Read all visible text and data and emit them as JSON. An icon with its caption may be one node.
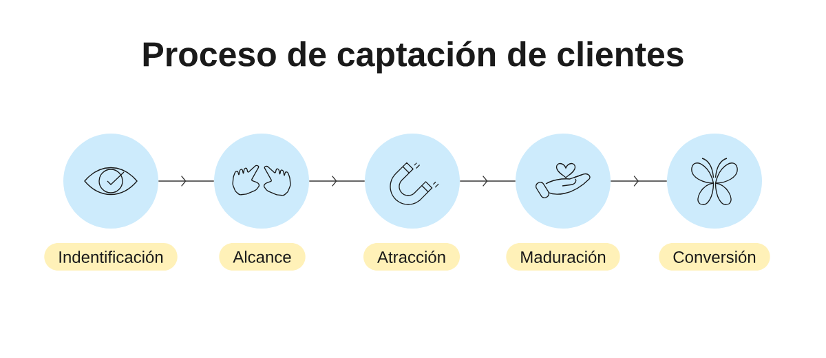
{
  "diagram": {
    "title": "Proceso de captación de clientes",
    "nodes": [
      {
        "text": [],
        "shape": "circle"
      },
      {
        "text": [],
        "shape": "circle"
      },
      {
        "text": [],
        "shape": "circle"
      },
      {
        "text": [],
        "shape": "circle"
      },
      {
        "text": [],
        "shape": "circle"
      },
      {
        "text": [
          "Indentificación"
        ]
      },
      {
        "text": [
          "Alcance"
        ]
      },
      {
        "text": [
          "Atracción"
        ]
      },
      {
        "text": [
          "Maduración"
        ]
      },
      {
        "text": [
          "Conversión"
        ]
      }
    ],
    "edges": [
      {
        "from": 0,
        "to": 1,
        "arrow": "to"
      },
      {
        "from": 1,
        "to": 2,
        "arrow": "to"
      },
      {
        "from": 2,
        "to": 3,
        "arrow": "to"
      },
      {
        "from": 3,
        "to": 4,
        "arrow": "to"
      }
    ]
  }
}
